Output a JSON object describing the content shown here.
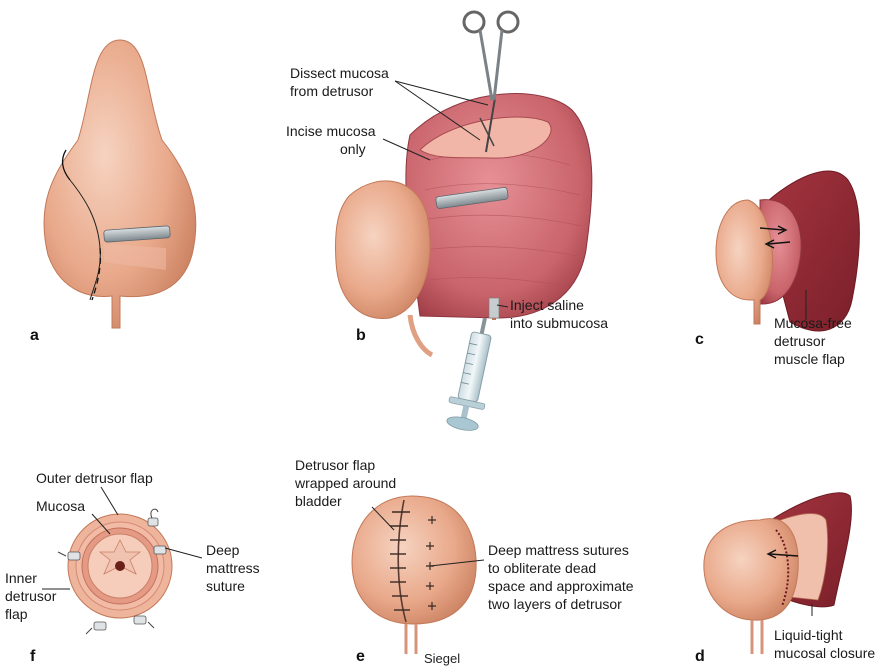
{
  "colors": {
    "skin": "#e8a98c",
    "skin_light": "#f3c8b2",
    "skin_dark": "#c98066",
    "muscle": "#c96a70",
    "muscle_dark": "#9a3a44",
    "flap_dark": "#8e2a33",
    "metal": "#9aa3a8",
    "ink": "#1a1a1a"
  },
  "panels": {
    "a": {
      "letter": "a"
    },
    "b": {
      "letter": "b",
      "dissect_line1": "Dissect mucosa",
      "dissect_line2": "from detrusor",
      "incise_line1": "Incise mucosa",
      "incise_line2": "only",
      "inject_line1": "Inject saline",
      "inject_line2": "into submucosa"
    },
    "c": {
      "letter": "c",
      "flap_line1": "Mucosa-free",
      "flap_line2": "detrusor",
      "flap_line3": "muscle flap"
    },
    "d": {
      "letter": "d",
      "closure_line1": "Liquid-tight",
      "closure_line2": "mucosal closure"
    },
    "e": {
      "letter": "e",
      "wrap_line1": "Detrusor flap",
      "wrap_line2": "wrapped around",
      "wrap_line3": "bladder",
      "deep_line1": "Deep mattress sutures",
      "deep_line2": "to obliterate dead",
      "deep_line3": "space and approximate",
      "deep_line4": "two layers of detrusor"
    },
    "f": {
      "letter": "f",
      "outer_label": "Outer detrusor flap",
      "mucosa_label": "Mucosa",
      "inner_line1": "Inner",
      "inner_line2": "detrusor",
      "inner_line3": "flap",
      "deep_line1": "Deep",
      "deep_line2": "mattress",
      "deep_line3": "suture"
    }
  },
  "signature": "Siegel"
}
